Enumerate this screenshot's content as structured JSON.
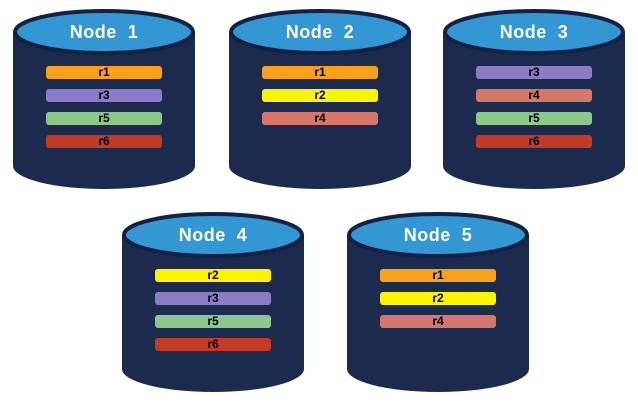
{
  "colors": {
    "background": "#FFFFFF",
    "body": "#1C2A4E",
    "stroke": "#152142",
    "top": "#3397D3"
  },
  "replica_colors": {
    "r1": "#F9A11B",
    "r2": "#FEF400",
    "r3": "#8C7BC6",
    "r4": "#D6766C",
    "r5": "#8CC88E",
    "r6": "#C53A23"
  },
  "nodes": [
    {
      "label": "Node  1",
      "replicas": [
        "r1",
        "r3",
        "r5",
        "r6"
      ]
    },
    {
      "label": "Node  2",
      "replicas": [
        "r1",
        "r2",
        "r4"
      ]
    },
    {
      "label": "Node  3",
      "replicas": [
        "r3",
        "r4",
        "r5",
        "r6"
      ]
    },
    {
      "label": "Node  4",
      "replicas": [
        "r2",
        "r3",
        "r5",
        "r6"
      ]
    },
    {
      "label": "Node  5",
      "replicas": [
        "r1",
        "r2",
        "r4"
      ]
    }
  ]
}
